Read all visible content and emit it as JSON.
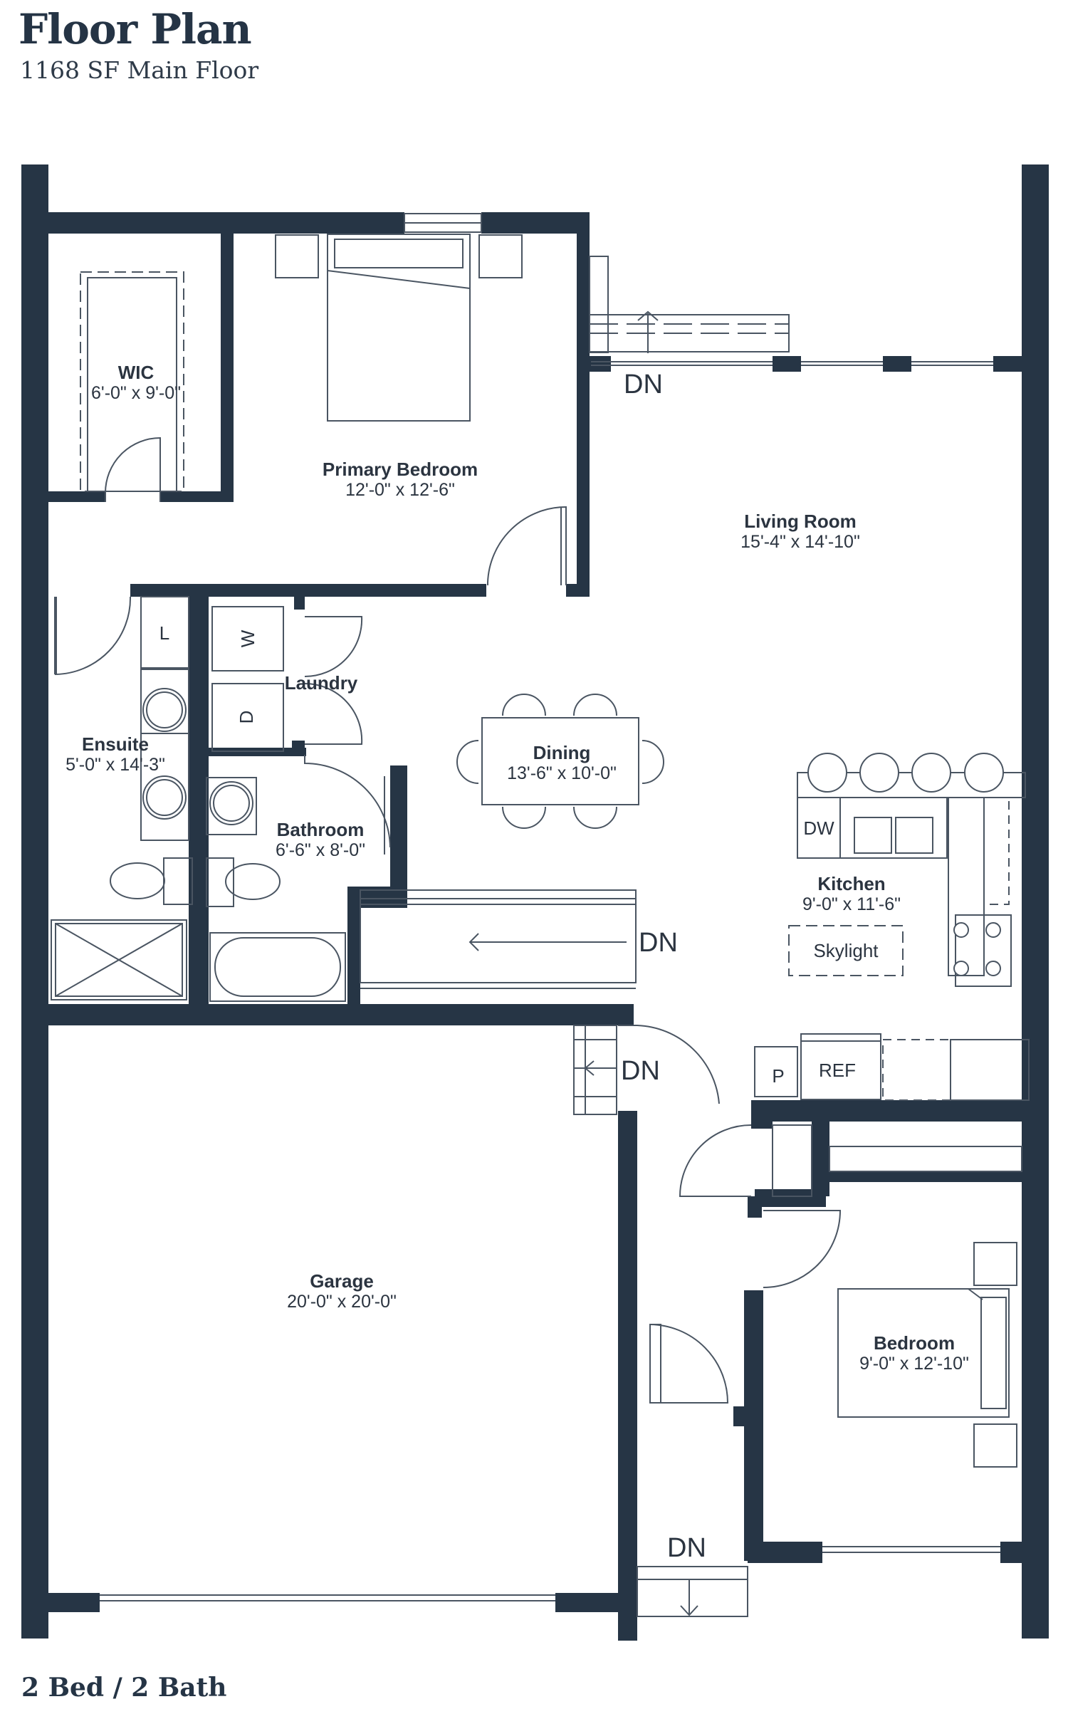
{
  "header": {
    "title": "Floor Plan",
    "subtitle": "1168 SF Main Floor"
  },
  "footer": {
    "summary": "2 Bed / 2 Bath"
  },
  "colors": {
    "wall": "#263545",
    "line": "#4a5562",
    "text": "#2b3440"
  },
  "rooms": {
    "wic": {
      "name": "WIC",
      "dims": "6'-0\" x 9'-0\""
    },
    "primary_bedroom": {
      "name": "Primary Bedroom",
      "dims": "12'-0\" x 12'-6\""
    },
    "living_room": {
      "name": "Living Room",
      "dims": "15'-4\" x 14'-10\""
    },
    "laundry": {
      "name": "Laundry"
    },
    "ensuite": {
      "name": "Ensuite",
      "dims": "5'-0\" x 14'-3\""
    },
    "dining": {
      "name": "Dining",
      "dims": "13'-6\" x 10'-0\""
    },
    "bathroom": {
      "name": "Bathroom",
      "dims": "6'-6\" x 8'-0\""
    },
    "kitchen": {
      "name": "Kitchen",
      "dims": "9'-0\" x 11'-6\""
    },
    "garage": {
      "name": "Garage",
      "dims": "20'-0\" x 20'-0\""
    },
    "bedroom": {
      "name": "Bedroom",
      "dims": "9'-0\" x 12'-10\""
    }
  },
  "fixtures": {
    "linen": "L",
    "washer": "W",
    "dryer": "D",
    "dishwasher": "DW",
    "skylight": "Skylight",
    "pantry": "P",
    "refrigerator": "REF"
  },
  "stairs": {
    "deck": "DN",
    "main": "DN",
    "garage": "DN",
    "entry": "DN"
  }
}
